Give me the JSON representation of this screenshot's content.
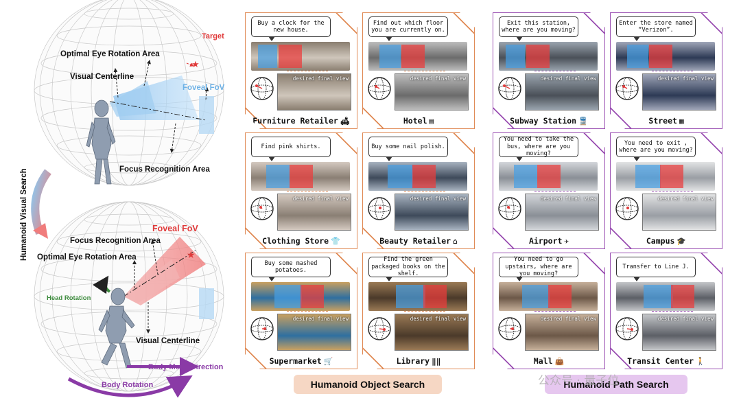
{
  "left": {
    "vertical_title": "Humanoid Visual Search",
    "top_labels": {
      "target": "Target",
      "optimal_area": "Optimal Eye Rotation Area",
      "visual_centerline": "Visual Centerline",
      "foveal_fov": "Foveal FoV",
      "focus_area": "Focus Recognition Area"
    },
    "bottom_labels": {
      "foveal_fov": "Foveal FoV",
      "focus_area": "Focus Recognition Area",
      "optimal_area": "Optimal Eye Rotation Area",
      "head_rotation": "Head Rotation",
      "visual_centerline": "Visual Centerline",
      "body_move": "Body Move Direction",
      "body_rotation": "Body Rotation"
    }
  },
  "desired_label": "desired final view",
  "object_search": {
    "title": "Humanoid Object Search",
    "panels": [
      {
        "instruction": "Buy a clock for the new house.",
        "name": "Furniture Retailer",
        "icon": "sofa-icon",
        "glyph": "🛋"
      },
      {
        "instruction": "Find out which floor you are currently on.",
        "name": "Hotel",
        "icon": "hotel-icon",
        "glyph": "▤"
      },
      {
        "instruction": "Find pink shirts.",
        "name": "Clothing Store",
        "icon": "shirt-icon",
        "glyph": "👕"
      },
      {
        "instruction": "Buy some nail polish.",
        "name": "Beauty Retailer",
        "icon": "store-icon",
        "glyph": "⌂"
      },
      {
        "instruction": "Buy some mashed potatoes.",
        "name": "Supermarket",
        "icon": "cart-icon",
        "glyph": "🛒"
      },
      {
        "instruction": "Find the green packaged books on the shelf.",
        "name": "Library",
        "icon": "books-icon",
        "glyph": "‖‖"
      }
    ]
  },
  "path_search": {
    "title": "Humanoid Path Search",
    "panels": [
      {
        "instruction": "Exit this station, where are you moving?",
        "name": "Subway Station",
        "icon": "train-icon",
        "glyph": "🚆"
      },
      {
        "instruction": "Enter the store named “Verizon”.",
        "name": "Street",
        "icon": "buildings-icon",
        "glyph": "▦"
      },
      {
        "instruction": "You need to take the bus, where are you moving?",
        "name": "Airport",
        "icon": "plane-icon",
        "glyph": "✈"
      },
      {
        "instruction": "You need to exit , where are you moving?",
        "name": "Campus",
        "icon": "graduation-icon",
        "glyph": "🎓"
      },
      {
        "instruction": "You need to go upstairs, where are you moving?",
        "name": "Mall",
        "icon": "bag-icon",
        "glyph": "👜"
      },
      {
        "instruction": "Transfer to Line J.",
        "name": "Transit Center",
        "icon": "walker-icon",
        "glyph": "🚶"
      }
    ]
  },
  "watermark": "公众号 · 量子位",
  "colors": {
    "object_border": "#e08a55",
    "path_border": "#9a4fb2",
    "object_pill": "#f6d7c4",
    "path_pill": "#e6c7ef"
  }
}
